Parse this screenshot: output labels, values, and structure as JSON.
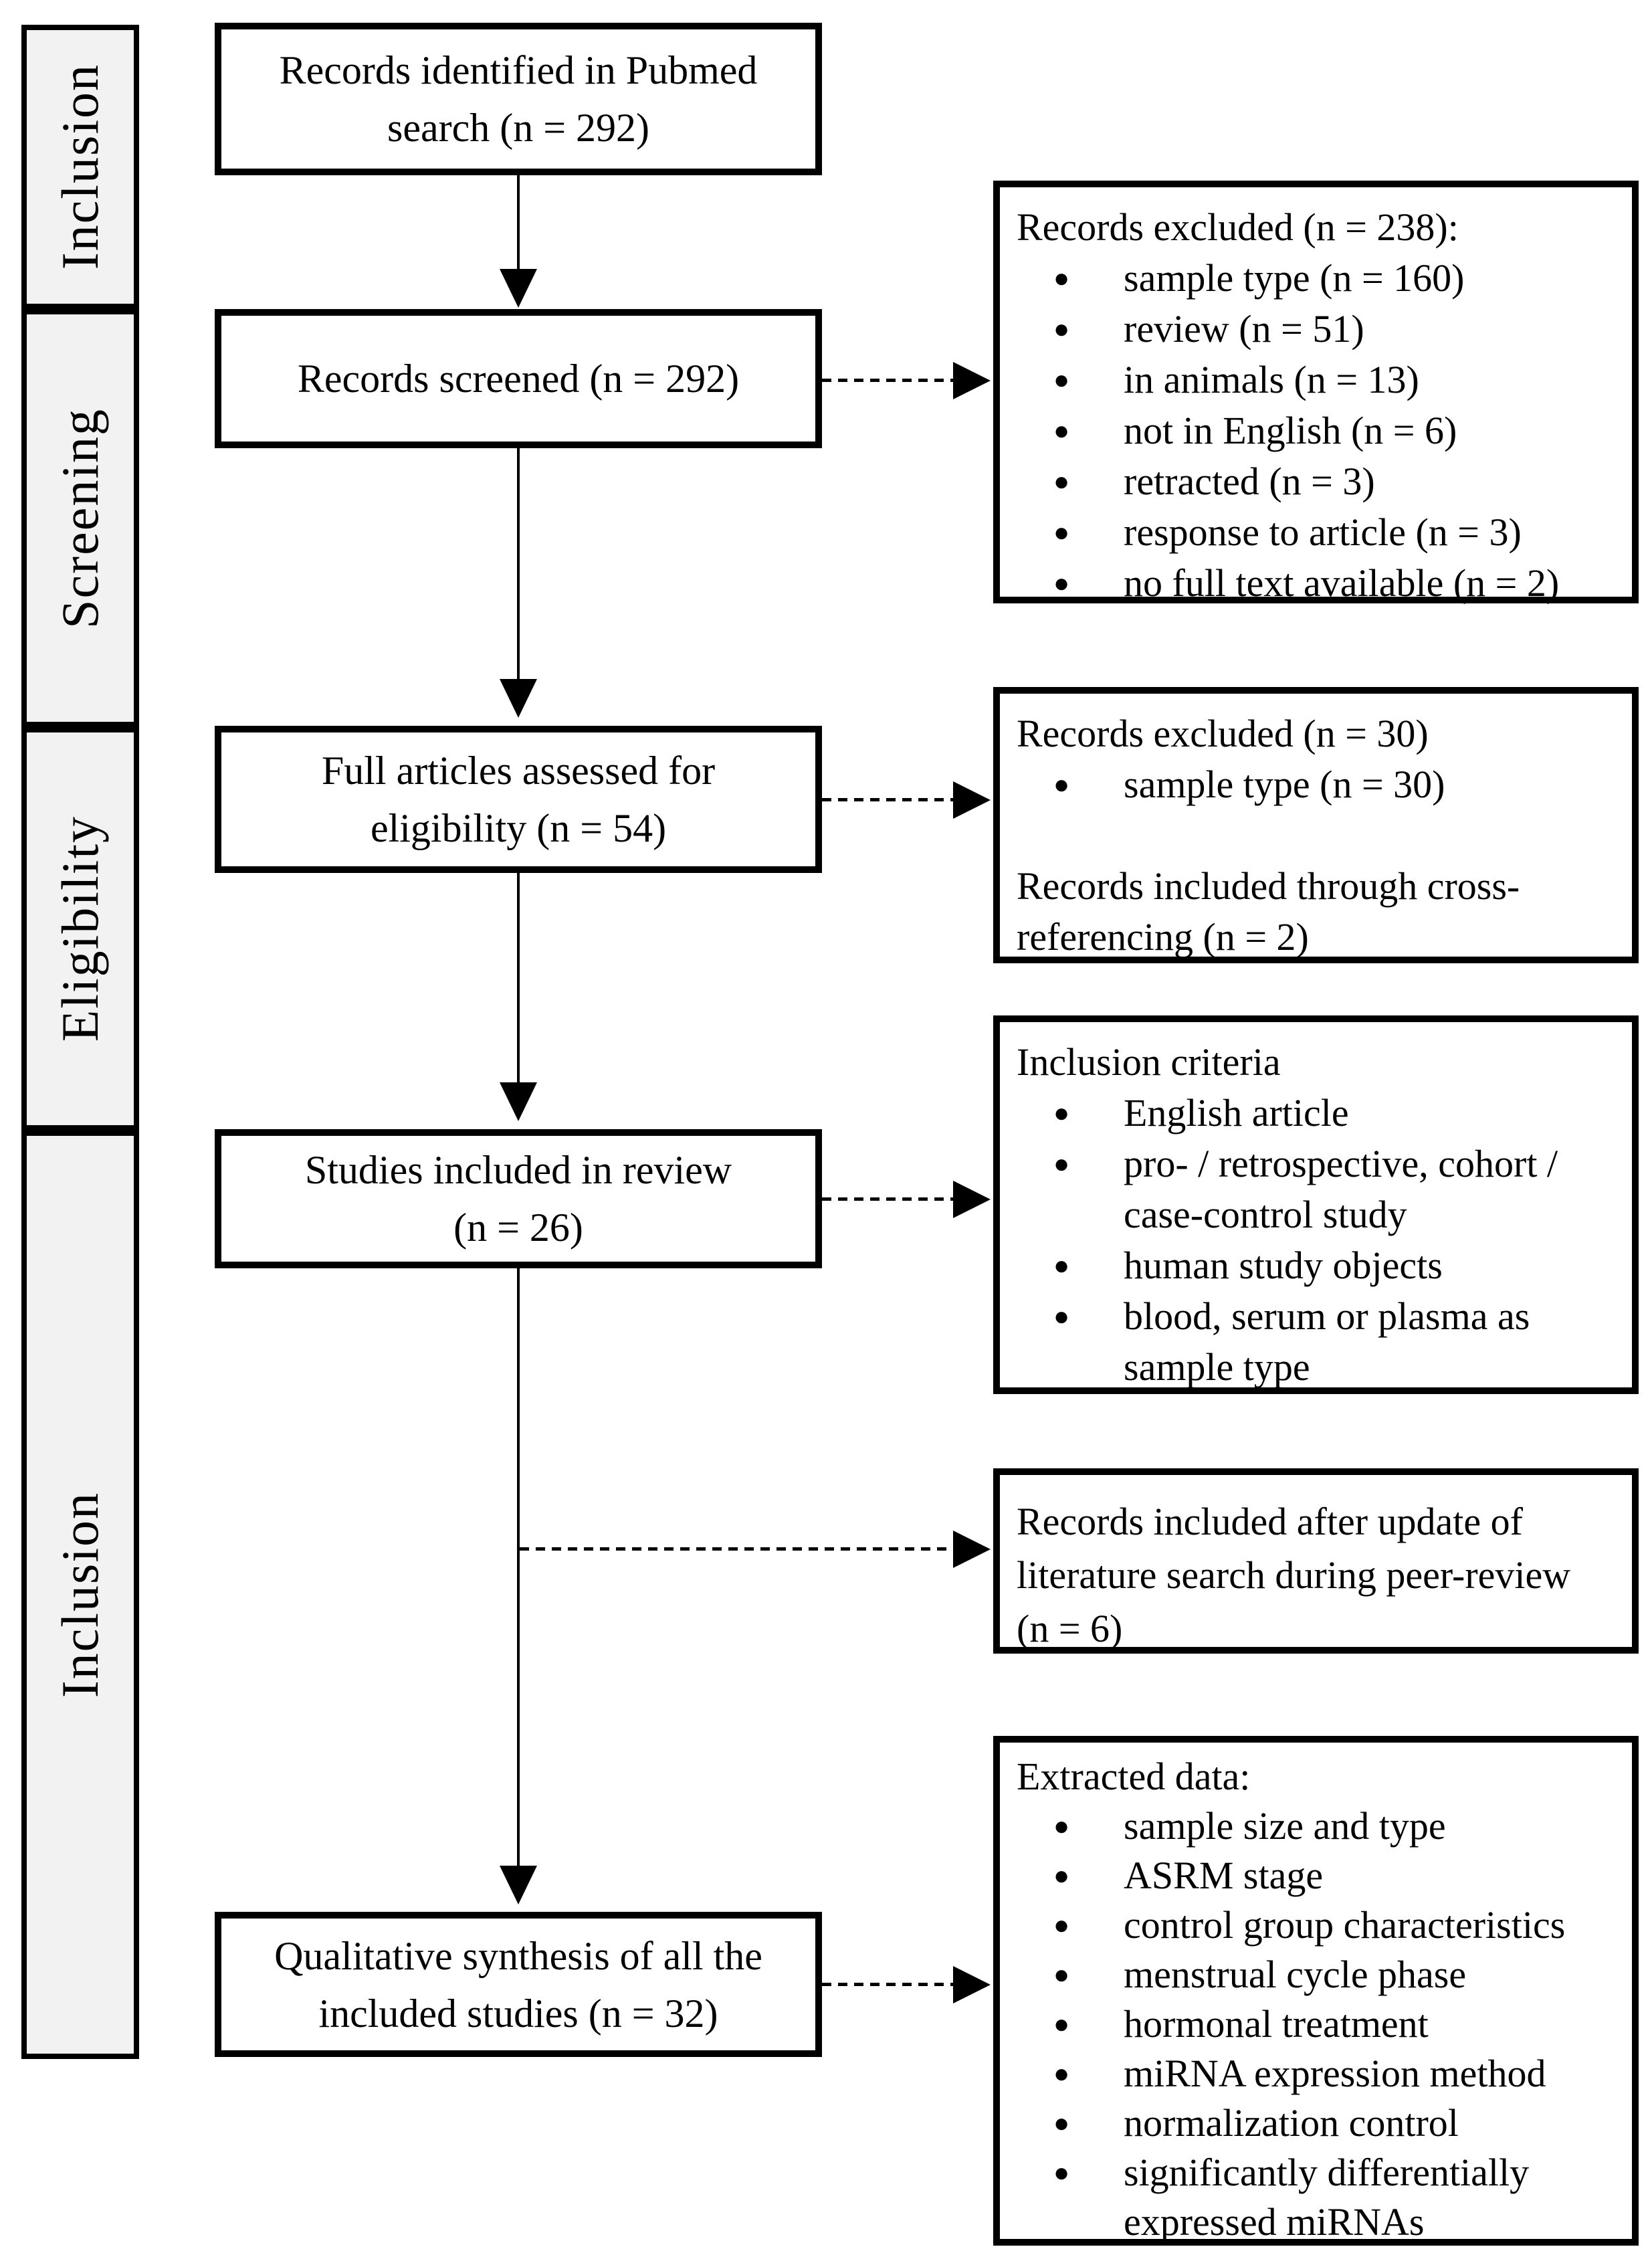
{
  "colors": {
    "background": "#ffffff",
    "box_fill": "#ffffff",
    "sidebar_fill": "#f2f2f2",
    "border": "#000000",
    "text": "#000000"
  },
  "sidebar": {
    "segments": [
      {
        "label": "Inclusion"
      },
      {
        "label": "Screening"
      },
      {
        "label": "Eligibility"
      },
      {
        "label": "Inclusion"
      }
    ]
  },
  "flow_boxes": [
    {
      "lines": [
        "Records identified in Pubmed",
        "search (n = 292)"
      ]
    },
    {
      "lines": [
        "Records screened (n = 292)"
      ]
    },
    {
      "lines": [
        "Full articles assessed for",
        "eligibility (n = 54)"
      ]
    },
    {
      "lines": [
        "Studies included in review",
        "(n = 26)"
      ]
    },
    {
      "lines": [
        "Qualitative synthesis of all the",
        "included studies (n = 32)"
      ]
    }
  ],
  "side_boxes": [
    {
      "title": "Records excluded (n = 238):",
      "bullets": [
        "sample type (n = 160)",
        "review (n = 51)",
        "in animals (n = 13)",
        "not in English (n = 6)",
        "retracted (n = 3)",
        "response to article (n = 3)",
        "no full text available (n = 2)"
      ]
    },
    {
      "title": "Records excluded (n = 30)",
      "bullets": [
        "sample type (n = 30)"
      ],
      "footer_lines": [
        "Records included through cross-",
        "referencing (n = 2)"
      ]
    },
    {
      "title": "Inclusion criteria",
      "bullets": [
        "English article",
        "pro- / retrospective, cohort / case-control study",
        "human study objects",
        "blood, serum or plasma as sample type"
      ]
    },
    {
      "lines": [
        "Records included after update of",
        "literature search during peer-review",
        "(n = 6)"
      ]
    },
    {
      "title": "Extracted data:",
      "bullets": [
        "sample size and type",
        "ASRM stage",
        "control group characteristics",
        "menstrual cycle phase",
        "hormonal treatment",
        "miRNA expression method",
        "normalization control",
        "significantly differentially expressed miRNAs"
      ]
    }
  ]
}
